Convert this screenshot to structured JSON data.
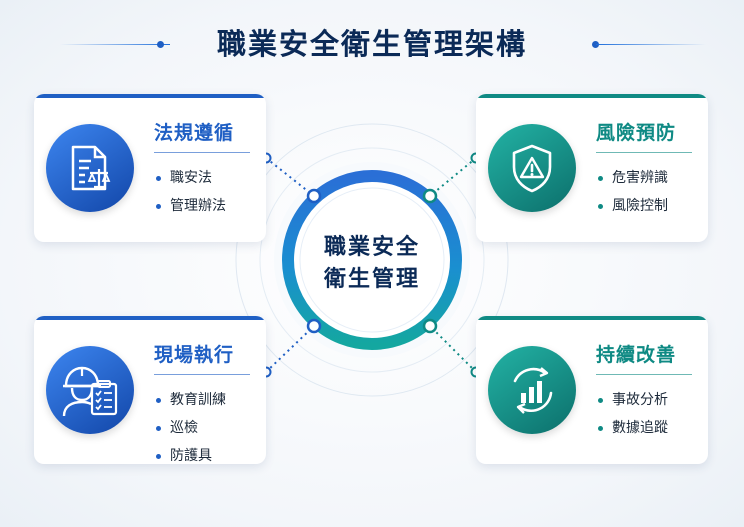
{
  "title": "職業安全衛生管理架構",
  "center": {
    "line1": "職業安全",
    "line2": "衛生管理"
  },
  "colors": {
    "title": "#0b2a57",
    "blue_accent": "#1f5fc4",
    "teal_accent": "#0f8a84"
  },
  "cards": [
    {
      "id": "regulations",
      "title": "法規遵循",
      "icon": "document-scale-icon",
      "theme": "blue",
      "items": [
        "職安法",
        "管理辦法"
      ]
    },
    {
      "id": "risk-prevention",
      "title": "風險預防",
      "icon": "shield-warning-icon",
      "theme": "teal",
      "items": [
        "危害辨識",
        "風險控制"
      ]
    },
    {
      "id": "field-execution",
      "title": "現場執行",
      "icon": "worker-checklist-icon",
      "theme": "blue",
      "items": [
        "教育訓練",
        "巡檢",
        "防護具"
      ]
    },
    {
      "id": "continuous-improvement",
      "title": "持續改善",
      "icon": "cycle-chart-icon",
      "theme": "teal",
      "items": [
        "事故分析",
        "數據追蹤"
      ]
    }
  ]
}
